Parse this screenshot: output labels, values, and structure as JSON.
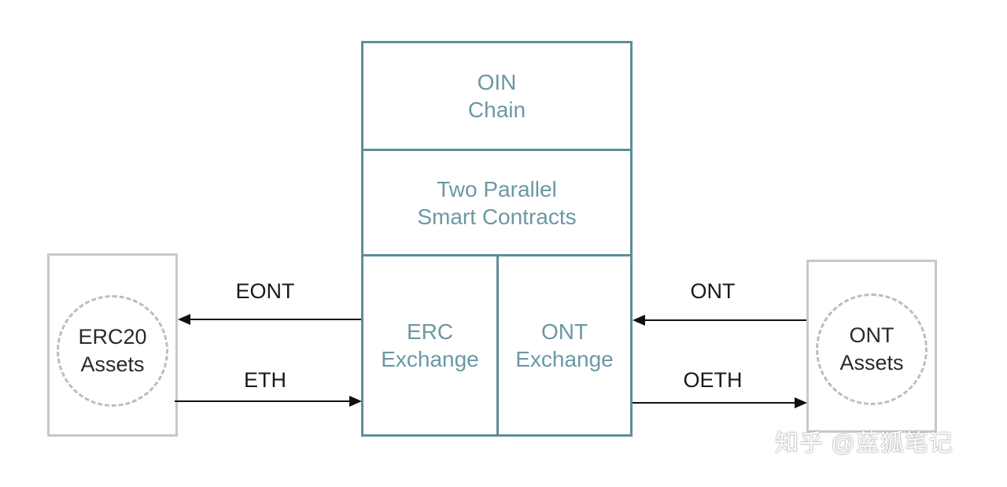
{
  "oin_chain": {
    "line1": "OIN",
    "line2": "Chain"
  },
  "smart_contracts": {
    "line1": "Two Parallel",
    "line2": "Smart Contracts"
  },
  "erc_exchange": {
    "line1": "ERC",
    "line2": "Exchange"
  },
  "ont_exchange": {
    "line1": "ONT",
    "line2": "Exchange"
  },
  "erc20_assets": {
    "line1": "ERC20",
    "line2": "Assets"
  },
  "ont_assets": {
    "line1": "ONT",
    "line2": "Assets"
  },
  "arrows": {
    "eont": "EONT",
    "eth": "ETH",
    "ont": "ONT",
    "oeth": "OETH"
  },
  "watermark": "知乎 @蓝狐笔记",
  "colors": {
    "box_border": "#5f8d9a",
    "box_text": "#6b98a5",
    "asset_border": "#c8c8c8",
    "circle_dash": "#bdbdbd"
  }
}
